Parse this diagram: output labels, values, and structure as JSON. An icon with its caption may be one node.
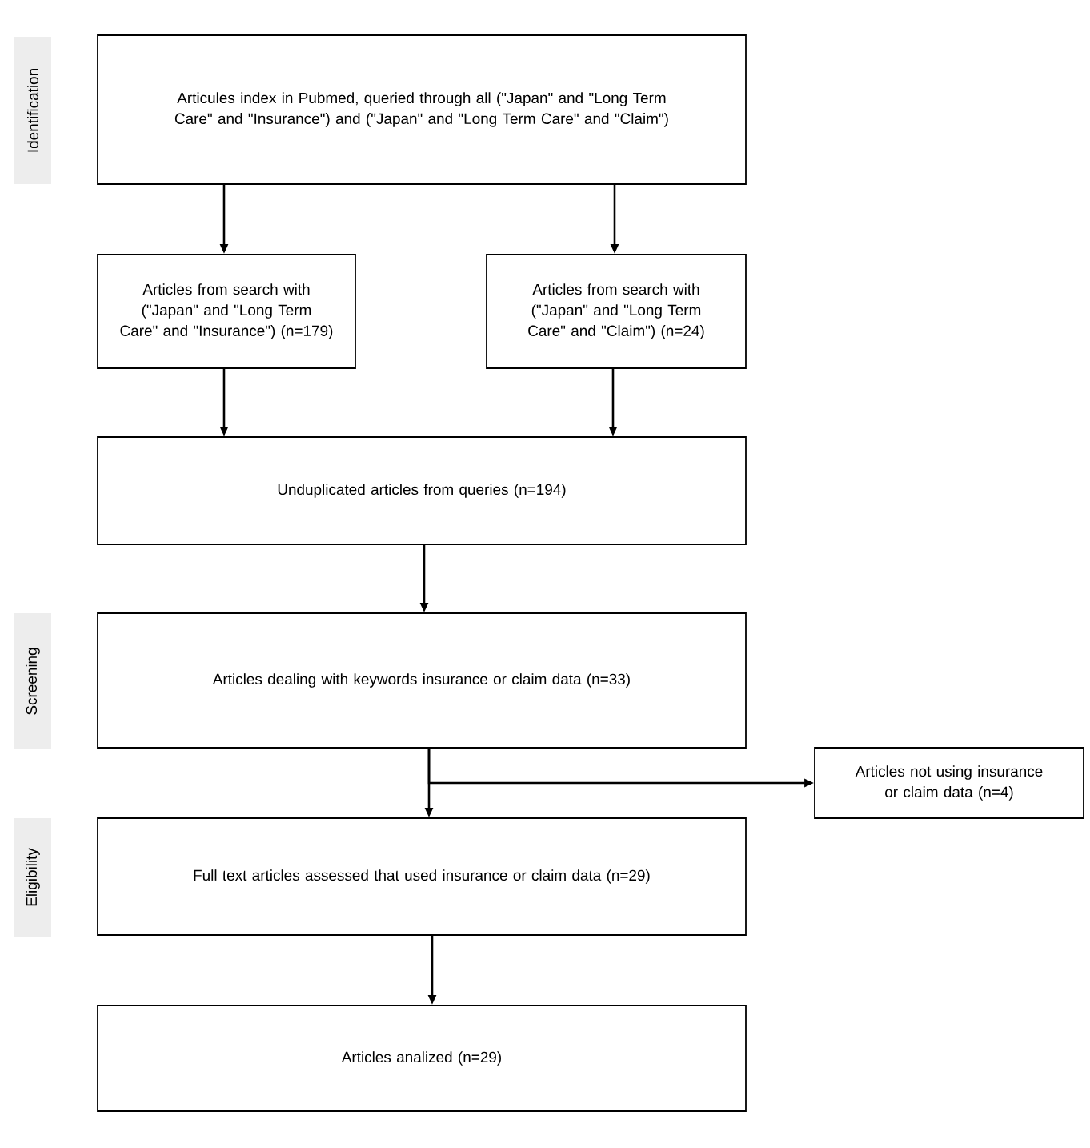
{
  "diagram": {
    "nodes": [
      {
        "text": [
          "Identification"
        ]
      },
      {
        "text": [
          "Articules index in Pubmed, queried through all (\"Japan\" and \"Long Term Care\" and \"Insurance\") and (\"Japan\" and \"Long Term Care\" and \"Claim\")"
        ]
      },
      {
        "text": [
          "Articles from search with (\"Japan\" and \"Long Term Care\" and \"Insurance\") (n=179)"
        ]
      },
      {
        "text": [
          "Articles from search with (\"Japan\" and \"Long Term Care\" and \"Claim\") (n=24)"
        ]
      },
      {
        "text": [
          "Unduplicated articles from queries (n=194)"
        ]
      },
      {
        "text": [
          "Screening"
        ]
      },
      {
        "text": [
          "Articles dealing with keywords insurance or claim data  (n=33)"
        ]
      },
      {
        "text": [
          "Articles not using insurance or claim data (n=4)"
        ]
      },
      {
        "text": [
          "Eligibility"
        ]
      },
      {
        "text": [
          "Full text articles assessed that used insurance or claim data (n=29)"
        ]
      },
      {
        "text": [
          "Articles analized (n=29)"
        ]
      }
    ],
    "edges": [
      {
        "from": 1,
        "to": 2,
        "arrow": "to"
      },
      {
        "from": 1,
        "to": 3,
        "arrow": "to"
      },
      {
        "from": 2,
        "to": 4,
        "arrow": "to"
      },
      {
        "from": 3,
        "to": 4,
        "arrow": "to"
      },
      {
        "from": 4,
        "to": 6,
        "arrow": "to"
      },
      {
        "from": 6,
        "to": 9,
        "arrow": "to"
      },
      {
        "from": 6,
        "to": 7,
        "arrow": "to"
      },
      {
        "from": 9,
        "to": 10,
        "arrow": "to"
      }
    ]
  }
}
